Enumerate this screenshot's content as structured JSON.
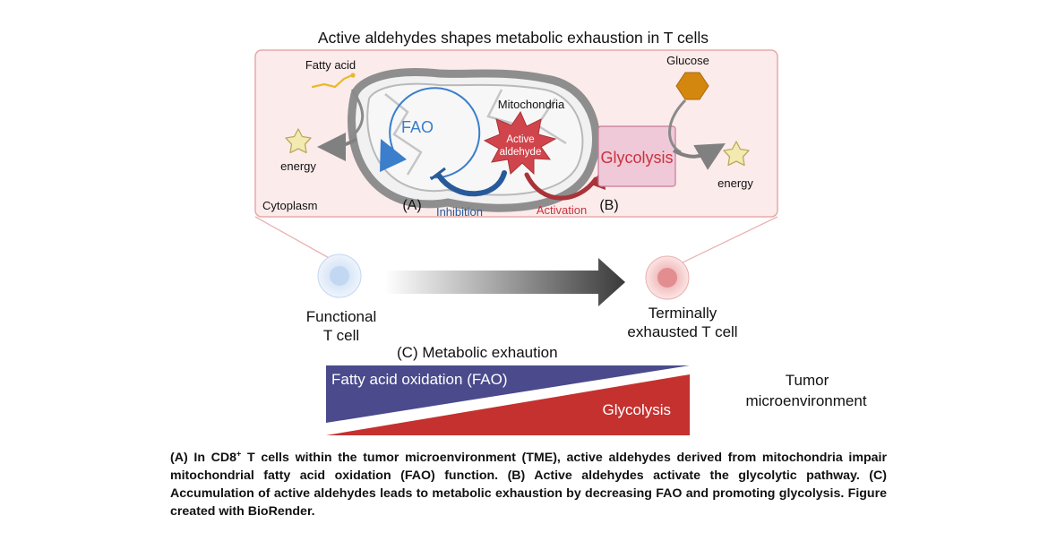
{
  "title": "Active aldehydes shapes metabolic exhaustion in T cells",
  "inset": {
    "fatty_acid": "Fatty acid",
    "glucose": "Glucose",
    "mitochondria": "Mitochondria",
    "fao": "FAO",
    "active_aldehyde_line1": "Active",
    "active_aldehyde_line2": "aldehyde",
    "glycolysis": "Glycolysis",
    "energy_left": "energy",
    "energy_right": "energy",
    "cytoplasm": "Cytoplasm",
    "label_a": "(A)",
    "label_b": "(B)",
    "inhibition": "Inhibition",
    "activation": "Activation"
  },
  "cells": {
    "functional_line1": "Functional",
    "functional_line2": "T cell",
    "exhausted_line1": "Terminally",
    "exhausted_line2": "exhausted T cell"
  },
  "exhaustion": {
    "title": "(C)  Metabolic exhaution",
    "fao_label": "Fatty acid oxidation (FAO)",
    "glycolysis_label": "Glycolysis",
    "tme_line1": "Tumor",
    "tme_line2": "microenvironment"
  },
  "caption": {
    "part1": "(A) In CD8",
    "sup": "+",
    "part2": " T cells within the tumor microenvironment (TME), active aldehydes derived from mitochondria impair mitochondrial fatty acid oxidation (FAO) function. (B) Active aldehydes activate the glycolytic pathway. (C) Accumulation of active aldehydes leads to metabolic exhaustion by decreasing FAO and promoting glycolysis. Figure created with BioRender."
  },
  "colors": {
    "inset_bg": "#fcebeb",
    "inset_border": "#e6a9a9",
    "fao_blue": "#3a7ecc",
    "inhibition_blue": "#285a9a",
    "activation_red": "#b5383d",
    "glycolysis_red": "#c8333d",
    "fao_wedge": "#4a4a8c",
    "glycolysis_wedge": "#c4312f",
    "glucose_hex": "#d4870f",
    "star_fill": "#f3eab1"
  }
}
